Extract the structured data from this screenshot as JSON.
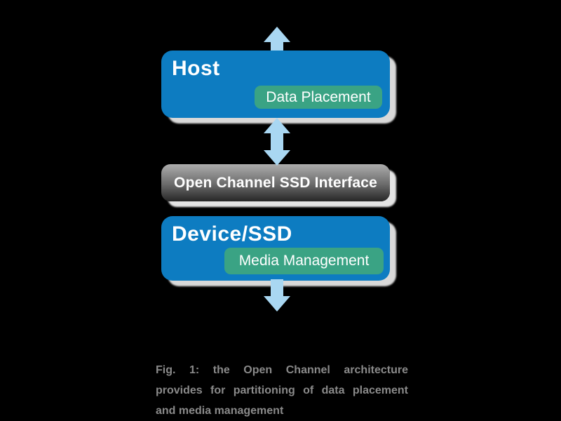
{
  "colors": {
    "page_bg": "#000000",
    "box_blue": "#0d7cc1",
    "badge_green": "#3aa384",
    "arrow_blue": "#a9d7f2",
    "gray_top": "#adadad",
    "gray_bottom": "#262626",
    "shadow_light": "#d9d9d9",
    "shadow_lighter": "#e3e3e3",
    "caption_gray": "#8a8a8a",
    "text_white": "#ffffff"
  },
  "diagram": {
    "host": {
      "title": "Host",
      "badge": "Data Placement"
    },
    "interface": {
      "label": "Open Channel SSD Interface"
    },
    "device": {
      "title": "Device/SSD",
      "badge": "Media Management"
    }
  },
  "caption": {
    "line1": "Fig. 1: the Open Channel architecture",
    "line2": "provides for partitioning of data placement",
    "line3": "and media management"
  }
}
